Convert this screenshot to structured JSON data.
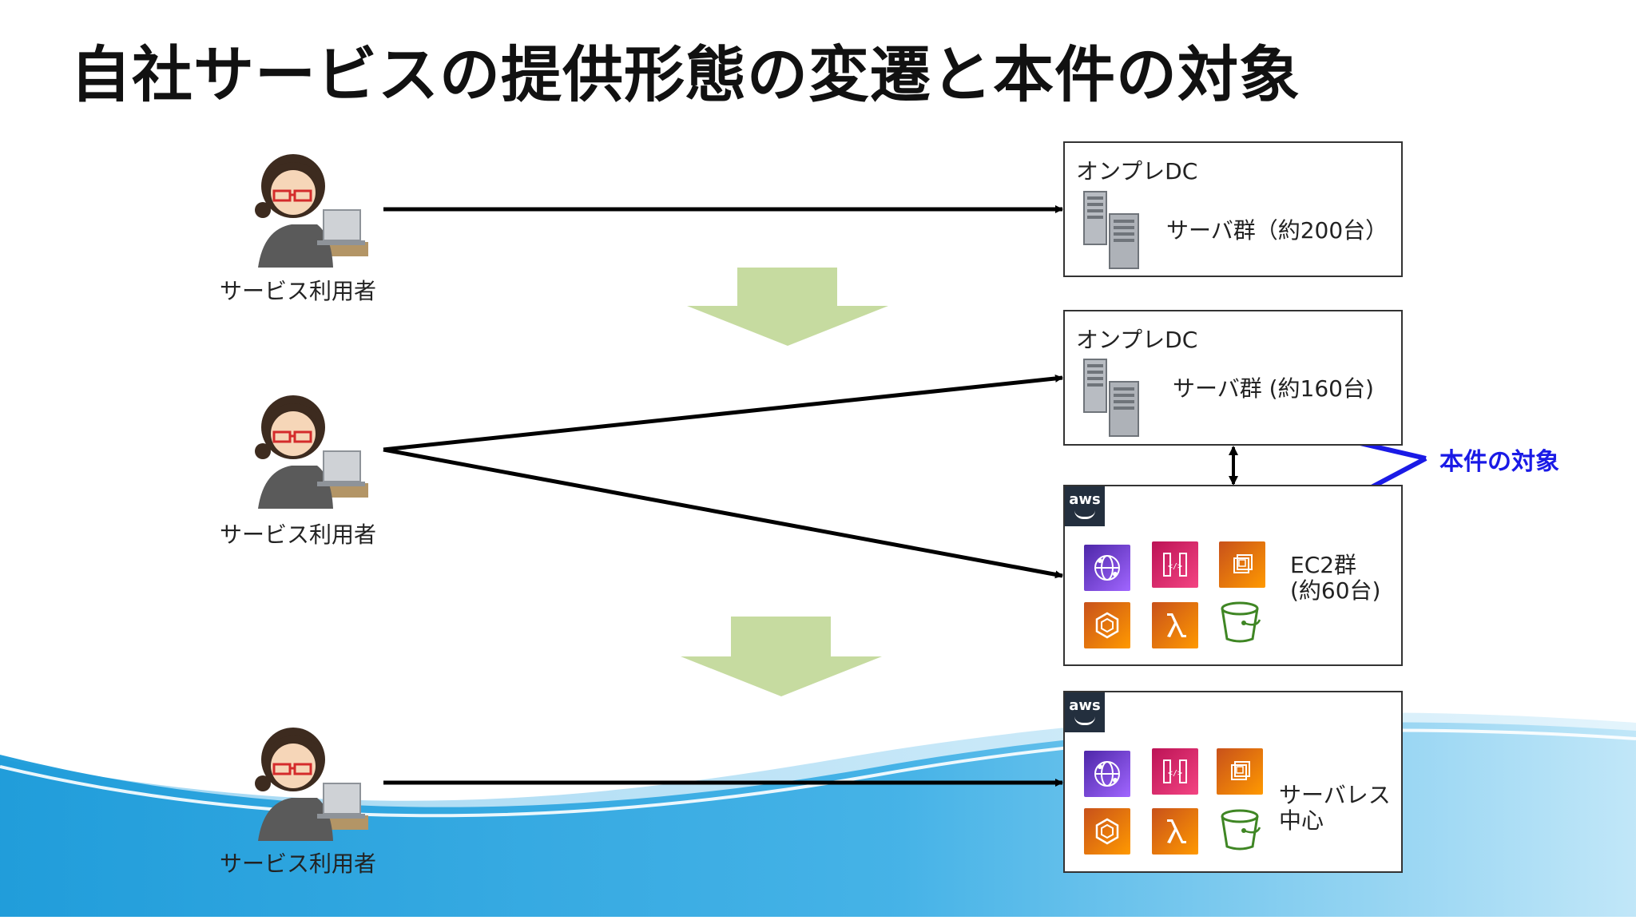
{
  "title": "自社サービスの提供形態の変遷と本件の対象",
  "users": [
    {
      "label": "サービス利用者"
    },
    {
      "label": "サービス利用者"
    },
    {
      "label": "サービス利用者"
    }
  ],
  "stages": [
    {
      "name": "オンプレDC",
      "servers_label": "サーバ群（約200台）"
    },
    {
      "name": "オンプレDC",
      "servers_label": "サーバ群 (約160台)"
    },
    {
      "aws_logo_text": "aws",
      "ec2_label_line1": "EC2群",
      "ec2_label_line2": "(約60台)"
    },
    {
      "aws_logo_text": "aws",
      "serverless_label_line1": "サーバレス",
      "serverless_label_line2": "中心"
    }
  ],
  "target_label": "本件の対象",
  "services": [
    "cloudfront-icon",
    "api-gateway-icon",
    "ec2-icon",
    "ecs-icon",
    "lambda-icon",
    "s3-icon"
  ],
  "colors": {
    "transition_arrow": "#c6dba0",
    "highlight": "#1a1ae6",
    "aws_dark": "#232f3e",
    "purple": "#8c4fff",
    "pink": "#e7157b",
    "orange": "#ed7100",
    "s3_green": "#3f8624",
    "wave_blue": "#1a9ad9"
  }
}
